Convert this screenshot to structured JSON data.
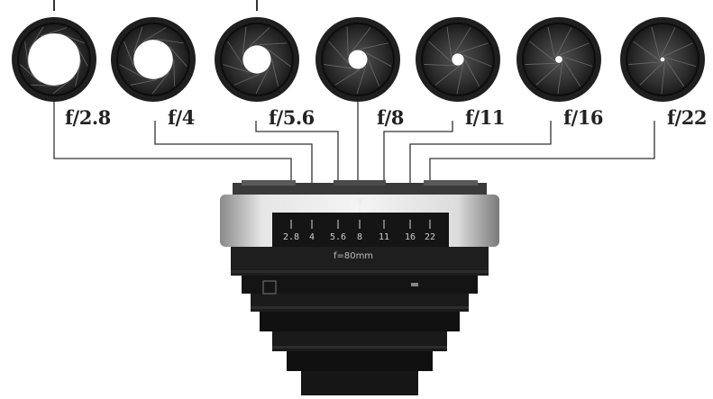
{
  "diagram": {
    "apertures": [
      {
        "label": "f/2.8",
        "opening": 0.74
      },
      {
        "label": "f/4",
        "opening": 0.56
      },
      {
        "label": "f/5.6",
        "opening": 0.4
      },
      {
        "label": "f/8",
        "opening": 0.27
      },
      {
        "label": "f/11",
        "opening": 0.17
      },
      {
        "label": "f/16",
        "opening": 0.1
      },
      {
        "label": "f/22",
        "opening": 0.06
      }
    ],
    "lens": {
      "scale": [
        "2.8",
        "4",
        "5.6",
        "8",
        "11",
        "16",
        "22"
      ],
      "focal_length": "f=80mm",
      "index_mark": "V"
    }
  }
}
